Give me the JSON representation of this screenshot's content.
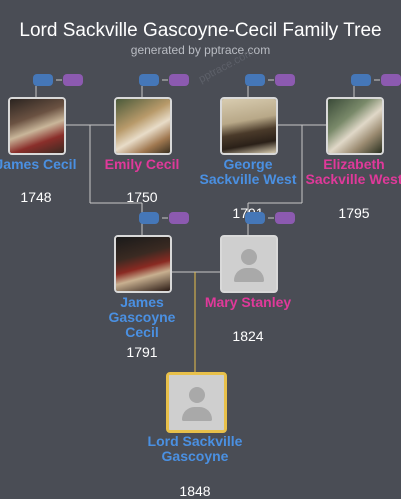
{
  "header": {
    "title": "Lord Sackville Gascoyne-Cecil Family Tree",
    "subtitle": "generated by pptrace.com",
    "watermark": "pptrace.com"
  },
  "people": {
    "james_cecil": {
      "name": "James Cecil",
      "year": "1748",
      "gender": "male"
    },
    "emily_cecil": {
      "name": "Emily Cecil",
      "year": "1750",
      "gender": "female"
    },
    "george_west": {
      "name": "George Sackville West",
      "year": "1791",
      "gender": "male"
    },
    "elizabeth_west": {
      "name": "Elizabeth Sackville West",
      "year": "1795",
      "gender": "female"
    },
    "james_gascoyne": {
      "name": "James Gascoyne Cecil",
      "year": "1791",
      "gender": "male"
    },
    "mary_stanley": {
      "name": "Mary Stanley",
      "year": "1824",
      "gender": "female"
    },
    "lord_sackville": {
      "name": "Lord Sackville Gascoyne",
      "year": "1848",
      "gender": "male"
    }
  },
  "colors": {
    "male": "#4a90e2",
    "female": "#e0399a",
    "background": "#4a4d55",
    "highlight_border": "#e8c04a",
    "line": "#c8c8c8",
    "descent_line": "#e8c04a"
  },
  "icons": [
    "father-pill-icon",
    "mother-pill-icon",
    "person-silhouette-icon"
  ]
}
